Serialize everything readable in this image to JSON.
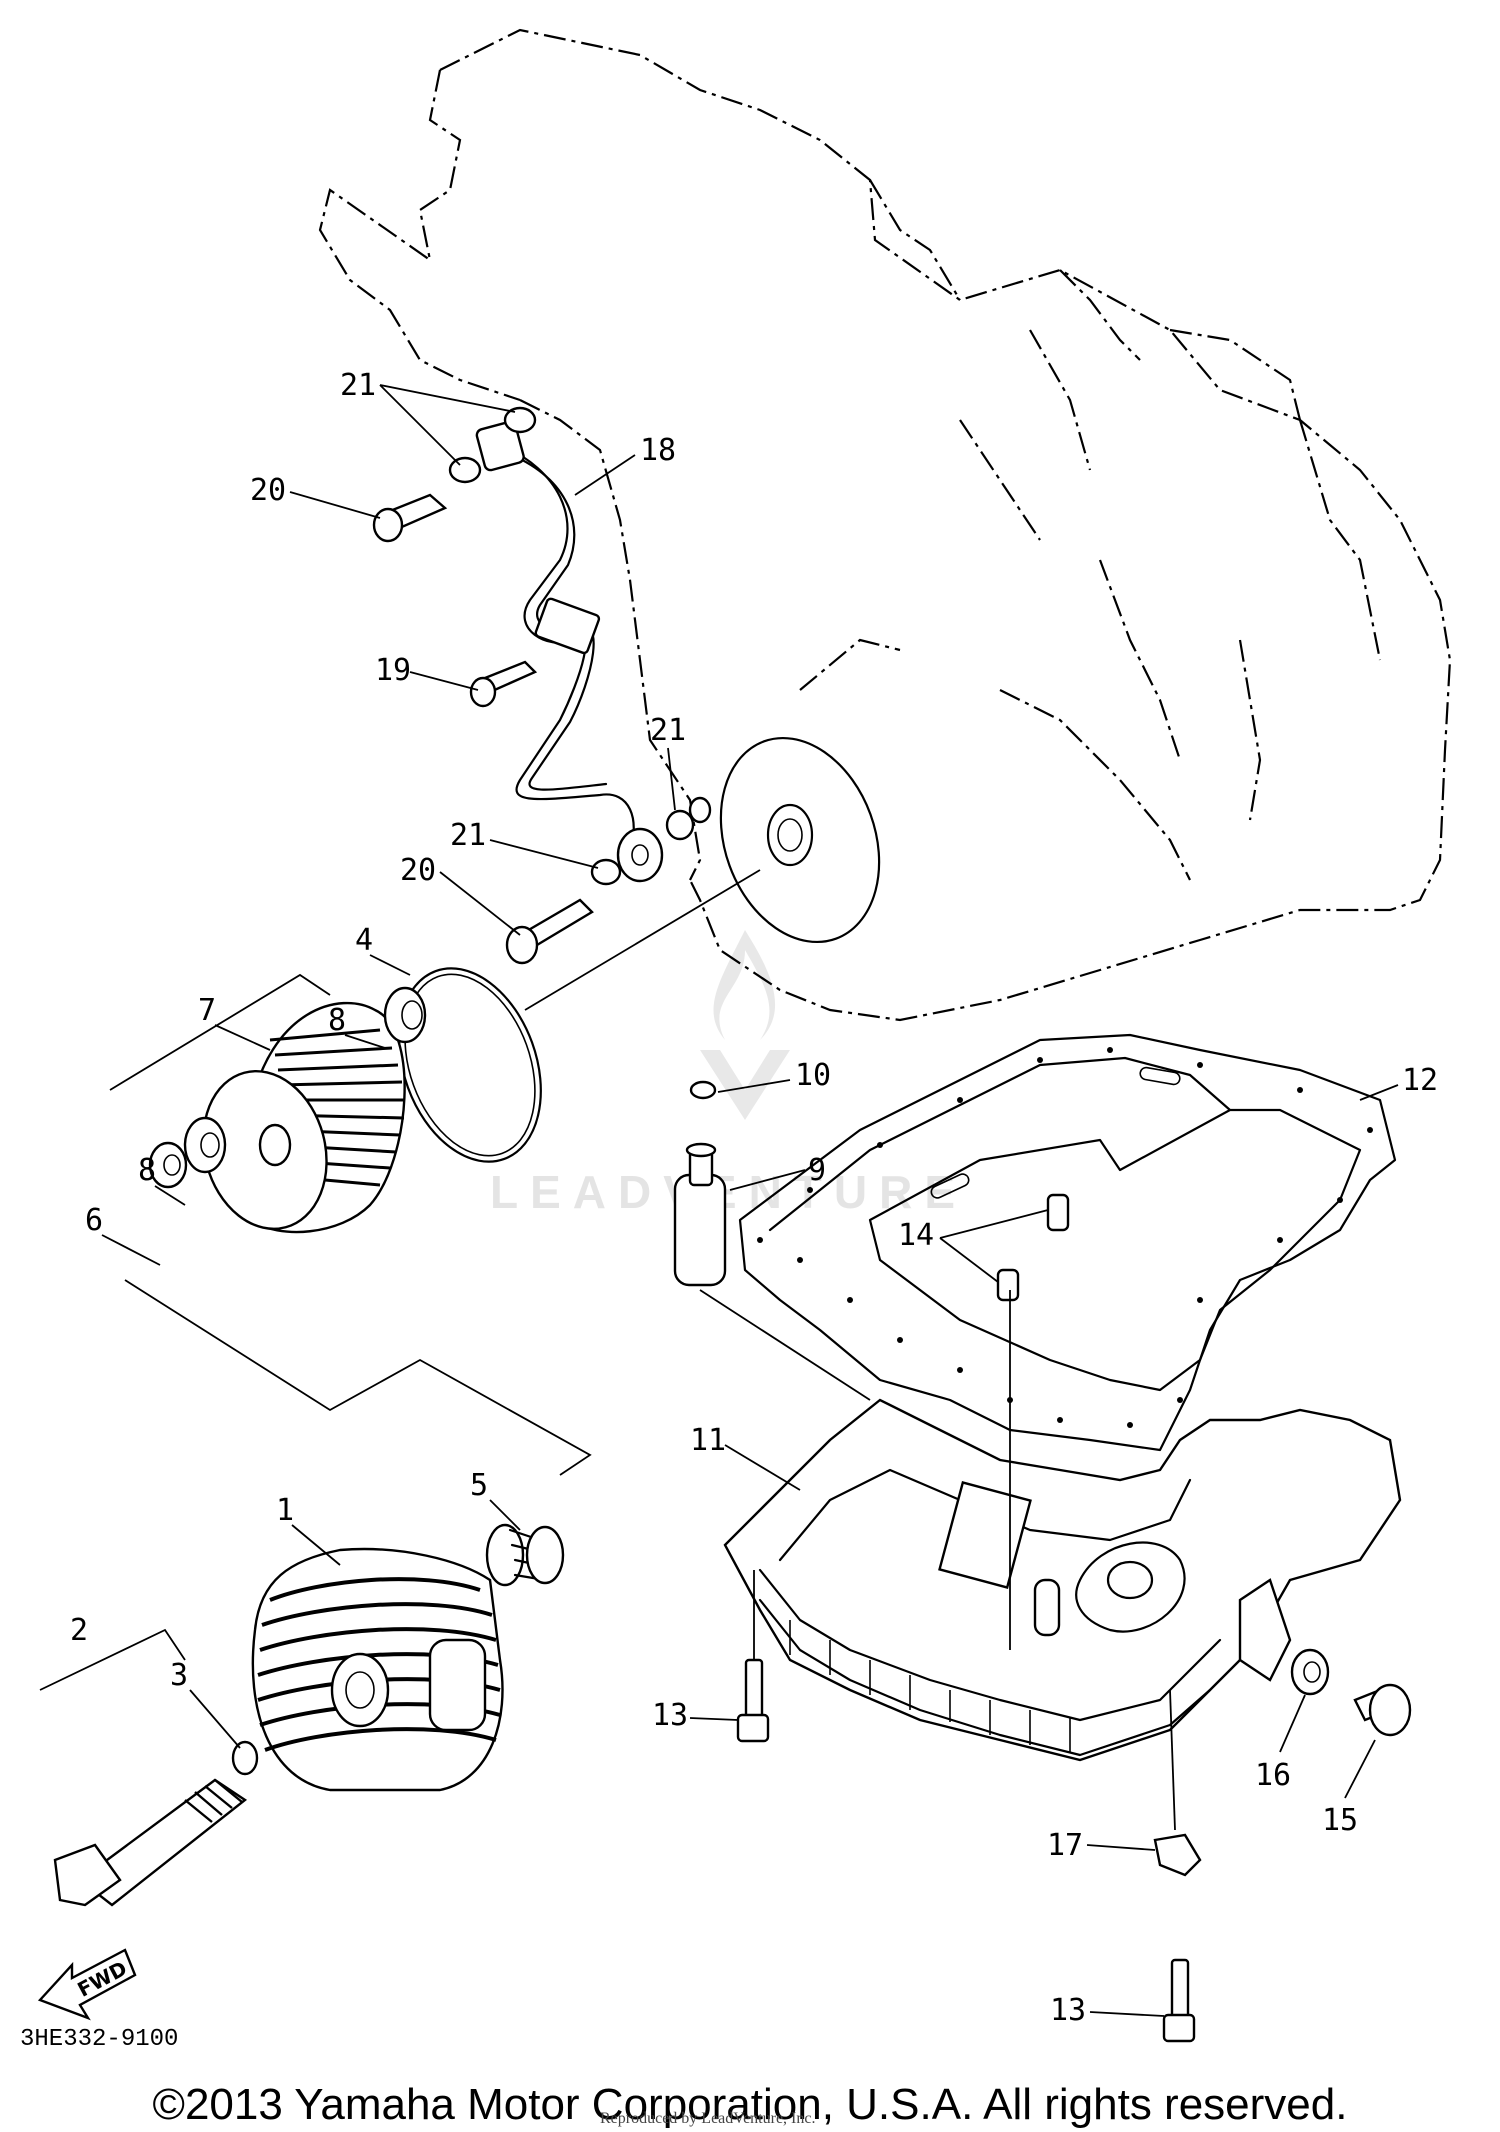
{
  "diagram": {
    "drawing_code": "3HE332-9100",
    "fwd_label": "FWD",
    "watermark": "LEADVENTURE",
    "copyright": "©2013 Yamaha Motor Corporation, U.S.A. All rights reserved.",
    "reproduced_notice": "Reproduced by LeadVenture, Inc.",
    "callouts": [
      "1",
      "2",
      "3",
      "4",
      "5",
      "6",
      "7",
      "8",
      "8",
      "9",
      "10",
      "11",
      "12",
      "13",
      "13",
      "14",
      "15",
      "16",
      "17",
      "18",
      "19",
      "20",
      "20",
      "21",
      "21",
      "21"
    ]
  }
}
